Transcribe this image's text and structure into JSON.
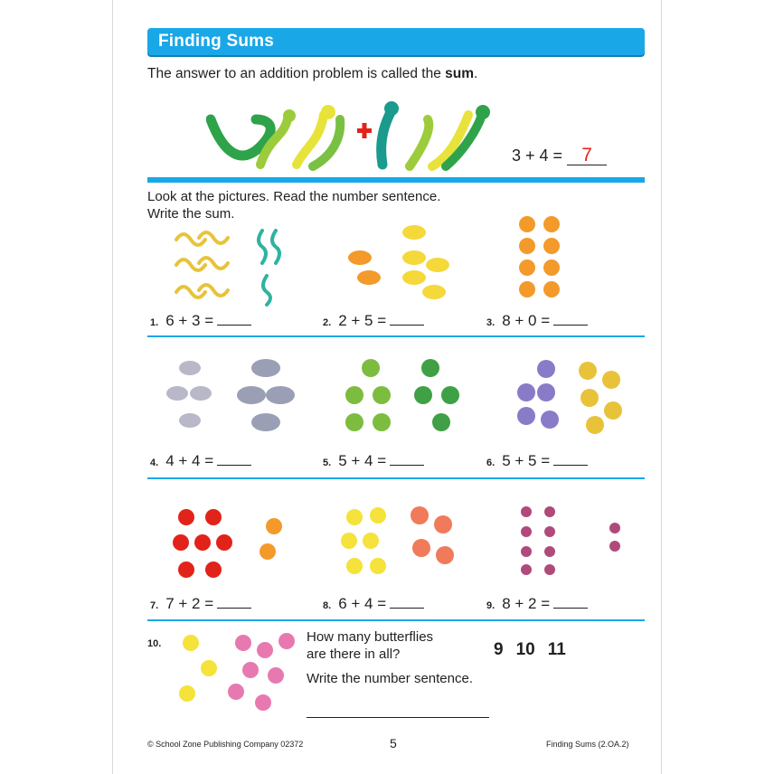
{
  "title": "Finding Sums",
  "intro": {
    "before": "The answer to an addition problem is called the ",
    "bold": "sum",
    "after": "."
  },
  "example": {
    "equation": "3 + 4 =",
    "answer": "7"
  },
  "instructions": [
    "Look at the pictures. Read the number sentence.",
    "Write the sum."
  ],
  "problems": [
    {
      "num": "1.",
      "eq": "6 + 3 =",
      "picture": "snakes"
    },
    {
      "num": "2.",
      "eq": "2 + 5 =",
      "picture": "fish"
    },
    {
      "num": "3.",
      "eq": "8 + 0 =",
      "picture": "starfish"
    },
    {
      "num": "4.",
      "eq": "4 + 4 =",
      "picture": "hippos"
    },
    {
      "num": "5.",
      "eq": "5 + 4 =",
      "picture": "frogs"
    },
    {
      "num": "6.",
      "eq": "5 + 5 =",
      "picture": "bees"
    },
    {
      "num": "7.",
      "eq": "7 + 2 =",
      "picture": "ladybugs"
    },
    {
      "num": "8.",
      "eq": "6 + 4 =",
      "picture": "chicks"
    },
    {
      "num": "9.",
      "eq": "8 + 2 =",
      "picture": "ants"
    }
  ],
  "q10": {
    "num": "10.",
    "question": [
      "How many butterflies",
      "are there in all?"
    ],
    "prompt": "Write the number sentence.",
    "choices": [
      "9",
      "10",
      "11"
    ]
  },
  "footer": {
    "left": "© School Zone Publishing Company  02372",
    "page": "5",
    "right": "Finding Sums  (2.OA.2)"
  },
  "colors": {
    "banner": "#1aa7e8",
    "answer": "#e2231a"
  }
}
